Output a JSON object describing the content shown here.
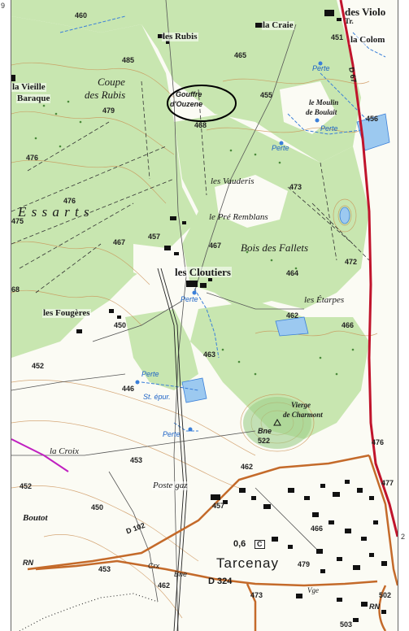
{
  "labels": {
    "spot_460": "460",
    "des_violons": "des Violo",
    "la_craie": "la Craie",
    "la_colom": "la Colom",
    "les_rubis": "les Rubis",
    "spot_485": "485",
    "spot_465": "465",
    "spot_451": "451",
    "tr": "Tr.",
    "road_d67": "D 67",
    "la_vieille_baraque_1": "la Vieille",
    "la_vieille_baraque_2": "Baraque",
    "coupe_des_rubis_1": "Coupe",
    "coupe_des_rubis_2": "des Rubis",
    "spot_479": "479",
    "gouffre_1": "Gouffre",
    "gouffre_2": "d'Ouzene",
    "spot_468": "468",
    "spot_455": "455",
    "perte_1": "Perte",
    "le_moulin_1": "le Moulin",
    "le_moulin_2": "de Boulait",
    "spot_456": "456",
    "perte_2": "Perte",
    "perte_3": "Perte",
    "spot_476a": "476",
    "les_vauderis": "les Vauderis",
    "spot_473": "473",
    "spot_476b": "476",
    "essarts": "E s s a r t s",
    "spot_475": "475",
    "le_pre_remblans": "le Pré Remblans",
    "spot_467a": "467",
    "spot_457": "457",
    "spot_467b": "467",
    "bois_des_fallets": "Bois des Fallets",
    "spot_472": "472",
    "les_cloutiers": "les Cloutiers",
    "spot_464": "464",
    "spot_68": "68",
    "perte_4": "Perte",
    "les_etarpes": "les Étarpes",
    "les_fougeres": "les Fougères",
    "spot_450a": "450",
    "spot_462a": "462",
    "spot_466a": "466",
    "spot_463": "463",
    "spot_452a": "452",
    "perte_5": "Perte",
    "spot_446": "446",
    "st_epur": "St. épur.",
    "vierge_1": "Vierge",
    "vierge_2": "de Charmont",
    "perte_6": "Perte",
    "bne_1": "Bne",
    "spot_522": "522",
    "spot_476c": "476",
    "la_croix": "la Croix",
    "spot_453a": "453",
    "spot_462b": "462",
    "spot_452b": "452",
    "poste_gaz": "Poste gaz",
    "spot_477": "477",
    "spot_457b": "457",
    "boutot": "Boutot",
    "spot_450b": "450",
    "road_d102": "D 102",
    "spot_466b": "466",
    "spot_0_6": "0,6",
    "box_c": "C",
    "rn_1": "RN",
    "spot_453b": "453",
    "crx": "Crx",
    "bne_2": "Bne",
    "tarcenay": "Tarcenay",
    "spot_479b": "479",
    "spot_462c": "462",
    "road_d324": "D 324",
    "vge": "Vge",
    "spot_473b": "473",
    "spot_502": "502",
    "rn_2": "RN",
    "spot_503": "503",
    "edge_9": "9",
    "edge_2": "2"
  },
  "colors": {
    "forest": "#c8e6b0",
    "forest_dark": "#b5dc98",
    "contour": "#c98b4e",
    "water": "#3a7fd9",
    "road_main": "#c0142c",
    "road_secondary": "#c46a2a",
    "building": "#111111",
    "annotation_circle": "#000000"
  }
}
